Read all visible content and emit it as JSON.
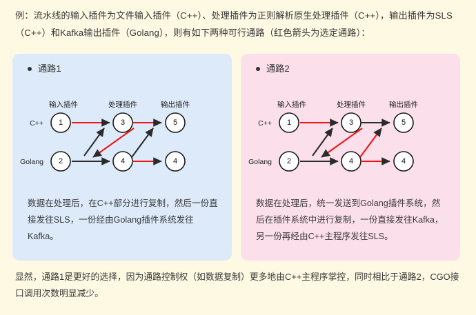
{
  "intro": {
    "text": "例：流水线的输入插件为文件输入插件（C++）、处理插件为正则解析原生处理插件（C++），输出插件为SLS（C++）和Kafka输出插件（Golang），则有如下两种可行通路（红色箭头为选定通路）："
  },
  "panels": [
    {
      "title": "通路1",
      "accent": "#dceafa",
      "diagram": {
        "column_labels": [
          "输入插件",
          "处理插件",
          "输出插件"
        ],
        "row_labels": [
          "C++",
          "Golang"
        ],
        "nodes": [
          {
            "id": "n1",
            "label": "1",
            "col": 0,
            "row": 0
          },
          {
            "id": "n2",
            "label": "2",
            "col": 0,
            "row": 1
          },
          {
            "id": "n3",
            "label": "3",
            "col": 1,
            "row": 0
          },
          {
            "id": "n4",
            "label": "4",
            "col": 1,
            "row": 1
          },
          {
            "id": "n5",
            "label": "5",
            "col": 2,
            "row": 0
          },
          {
            "id": "n6",
            "label": "4",
            "col": 2,
            "row": 1
          }
        ],
        "edges": [
          {
            "from": "n1",
            "to": "n3",
            "color": "#f01414"
          },
          {
            "from": "n2",
            "to": "n3",
            "color": "#2b2b2b"
          },
          {
            "from": "n2",
            "to": "n4",
            "color": "#2b2b2b"
          },
          {
            "from": "n3",
            "to": "n4",
            "color": "#f01414"
          },
          {
            "from": "n3",
            "to": "n5",
            "color": "#f01414"
          },
          {
            "from": "n4",
            "to": "n5",
            "color": "#2b2b2b"
          },
          {
            "from": "n4",
            "to": "n6",
            "color": "#f01414"
          }
        ]
      },
      "note": "数据在处理后，在C++部分进行复制，然后一份直接发往SLS，一份经由Golang插件系统发往Kafka。"
    },
    {
      "title": "通路2",
      "accent": "#fbdfeb",
      "diagram": {
        "column_labels": [
          "输入插件",
          "处理插件",
          "输出插件"
        ],
        "row_labels": [
          "C++",
          "Golang"
        ],
        "nodes": [
          {
            "id": "n1",
            "label": "1",
            "col": 0,
            "row": 0
          },
          {
            "id": "n2",
            "label": "2",
            "col": 0,
            "row": 1
          },
          {
            "id": "n3",
            "label": "3",
            "col": 1,
            "row": 0
          },
          {
            "id": "n4",
            "label": "4",
            "col": 1,
            "row": 1
          },
          {
            "id": "n5",
            "label": "5",
            "col": 2,
            "row": 0
          },
          {
            "id": "n6",
            "label": "4",
            "col": 2,
            "row": 1
          }
        ],
        "edges": [
          {
            "from": "n1",
            "to": "n3",
            "color": "#f01414"
          },
          {
            "from": "n2",
            "to": "n3",
            "color": "#2b2b2b"
          },
          {
            "from": "n2",
            "to": "n4",
            "color": "#2b2b2b"
          },
          {
            "from": "n3",
            "to": "n4",
            "color": "#f01414"
          },
          {
            "from": "n3",
            "to": "n5",
            "color": "#2b2b2b"
          },
          {
            "from": "n4",
            "to": "n5",
            "color": "#f01414"
          },
          {
            "from": "n4",
            "to": "n6",
            "color": "#f01414"
          }
        ]
      },
      "note": "数据在处理后，统一发送到Golang插件系统，然后在插件系统中进行复制，一份直接发往Kafka，另一份再经由C++主程序发往SLS。"
    }
  ],
  "conclusion": {
    "text": "显然，通路1是更好的选择，因为通路控制权（如数据复制）更多地由C++主程序掌控，同时相比于通路2，CGO接口调用次数明显减少。"
  },
  "colors": {
    "page_background": "#fdf9e3",
    "panel_blue": "#dceafa",
    "panel_pink": "#fbdfeb",
    "selected_path": "#f01414",
    "normal_path": "#2b2b2b"
  }
}
